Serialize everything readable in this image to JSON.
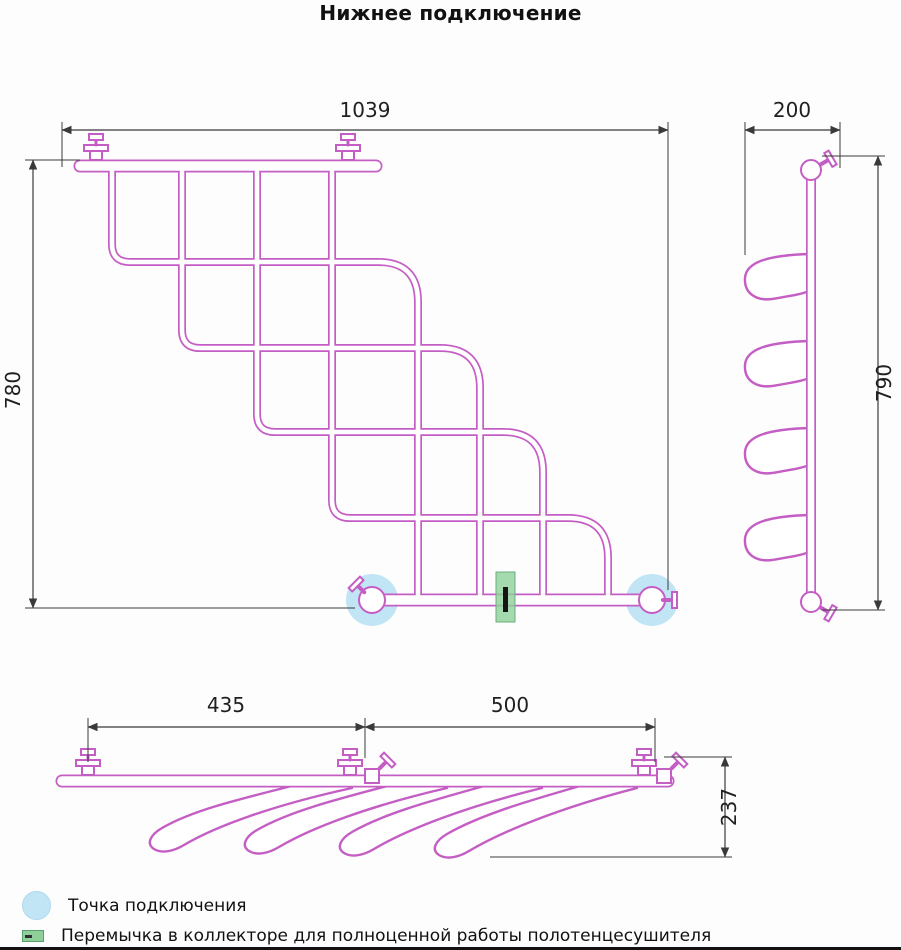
{
  "title": "Нижнее подключение",
  "views": {
    "front": {
      "width": "1039",
      "height": "780"
    },
    "side": {
      "width": "200",
      "height": "790"
    },
    "top": {
      "span_left": "435",
      "span_right": "500",
      "depth": "237"
    }
  },
  "legend": [
    {
      "label": "Точка подключения"
    },
    {
      "label": "Перемычка в коллекторе для полноценной работы полотенцесушителя"
    }
  ],
  "colors": {
    "pipe": "#c45ec4",
    "dimension": "#3a3a3a",
    "connection_point": "#c2e5f5",
    "jumper": "#8ecf9a"
  }
}
